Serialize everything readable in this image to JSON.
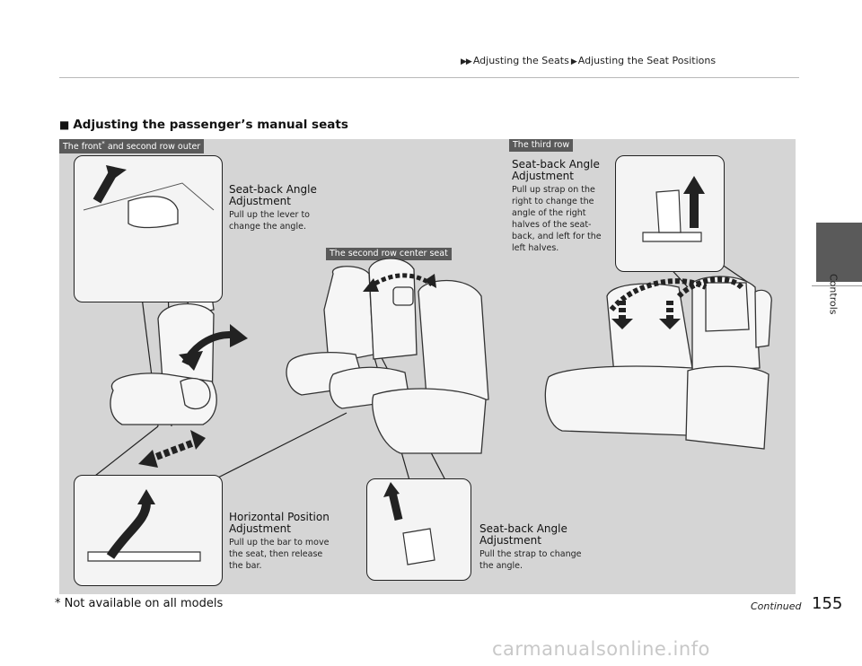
{
  "breadcrumb": {
    "part1": "Adjusting the Seats",
    "part2": "Adjusting the Seat Positions"
  },
  "side_tab": {
    "label": "Controls"
  },
  "section": {
    "bullet": "■",
    "title": "Adjusting the passenger’s manual seats"
  },
  "figure": {
    "tags": {
      "front_a": "The front",
      "front_star": "*",
      "front_b": " and second row outer",
      "third_row": "The third row",
      "center_seat": "The second row center seat"
    },
    "callouts": {
      "front_angle": {
        "title_1": "Seat-back Angle",
        "title_2": "Adjustment",
        "desc_1": "Pull up the lever to",
        "desc_2": "change the angle."
      },
      "horizontal": {
        "title_1": "Horizontal Position",
        "title_2": "Adjustment",
        "desc_1": "Pull up the bar to move",
        "desc_2": "the seat, then release",
        "desc_3": "the bar."
      },
      "center_angle": {
        "title_1": "Seat-back Angle",
        "title_2": "Adjustment",
        "desc_1": "Pull the strap to change",
        "desc_2": "the angle."
      },
      "third_angle": {
        "title_1": "Seat-back Angle",
        "title_2": "Adjustment",
        "desc_1": "Pull up strap on the",
        "desc_2": "right to change the",
        "desc_3": "angle of the right",
        "desc_4": "halves of the seat-",
        "desc_5": "back, and left for the",
        "desc_6": "left halves."
      }
    }
  },
  "footer": {
    "footnote": "* Not available on all models",
    "continued": "Continued",
    "page_number": "155",
    "watermark": "carmanualsonline.info"
  }
}
